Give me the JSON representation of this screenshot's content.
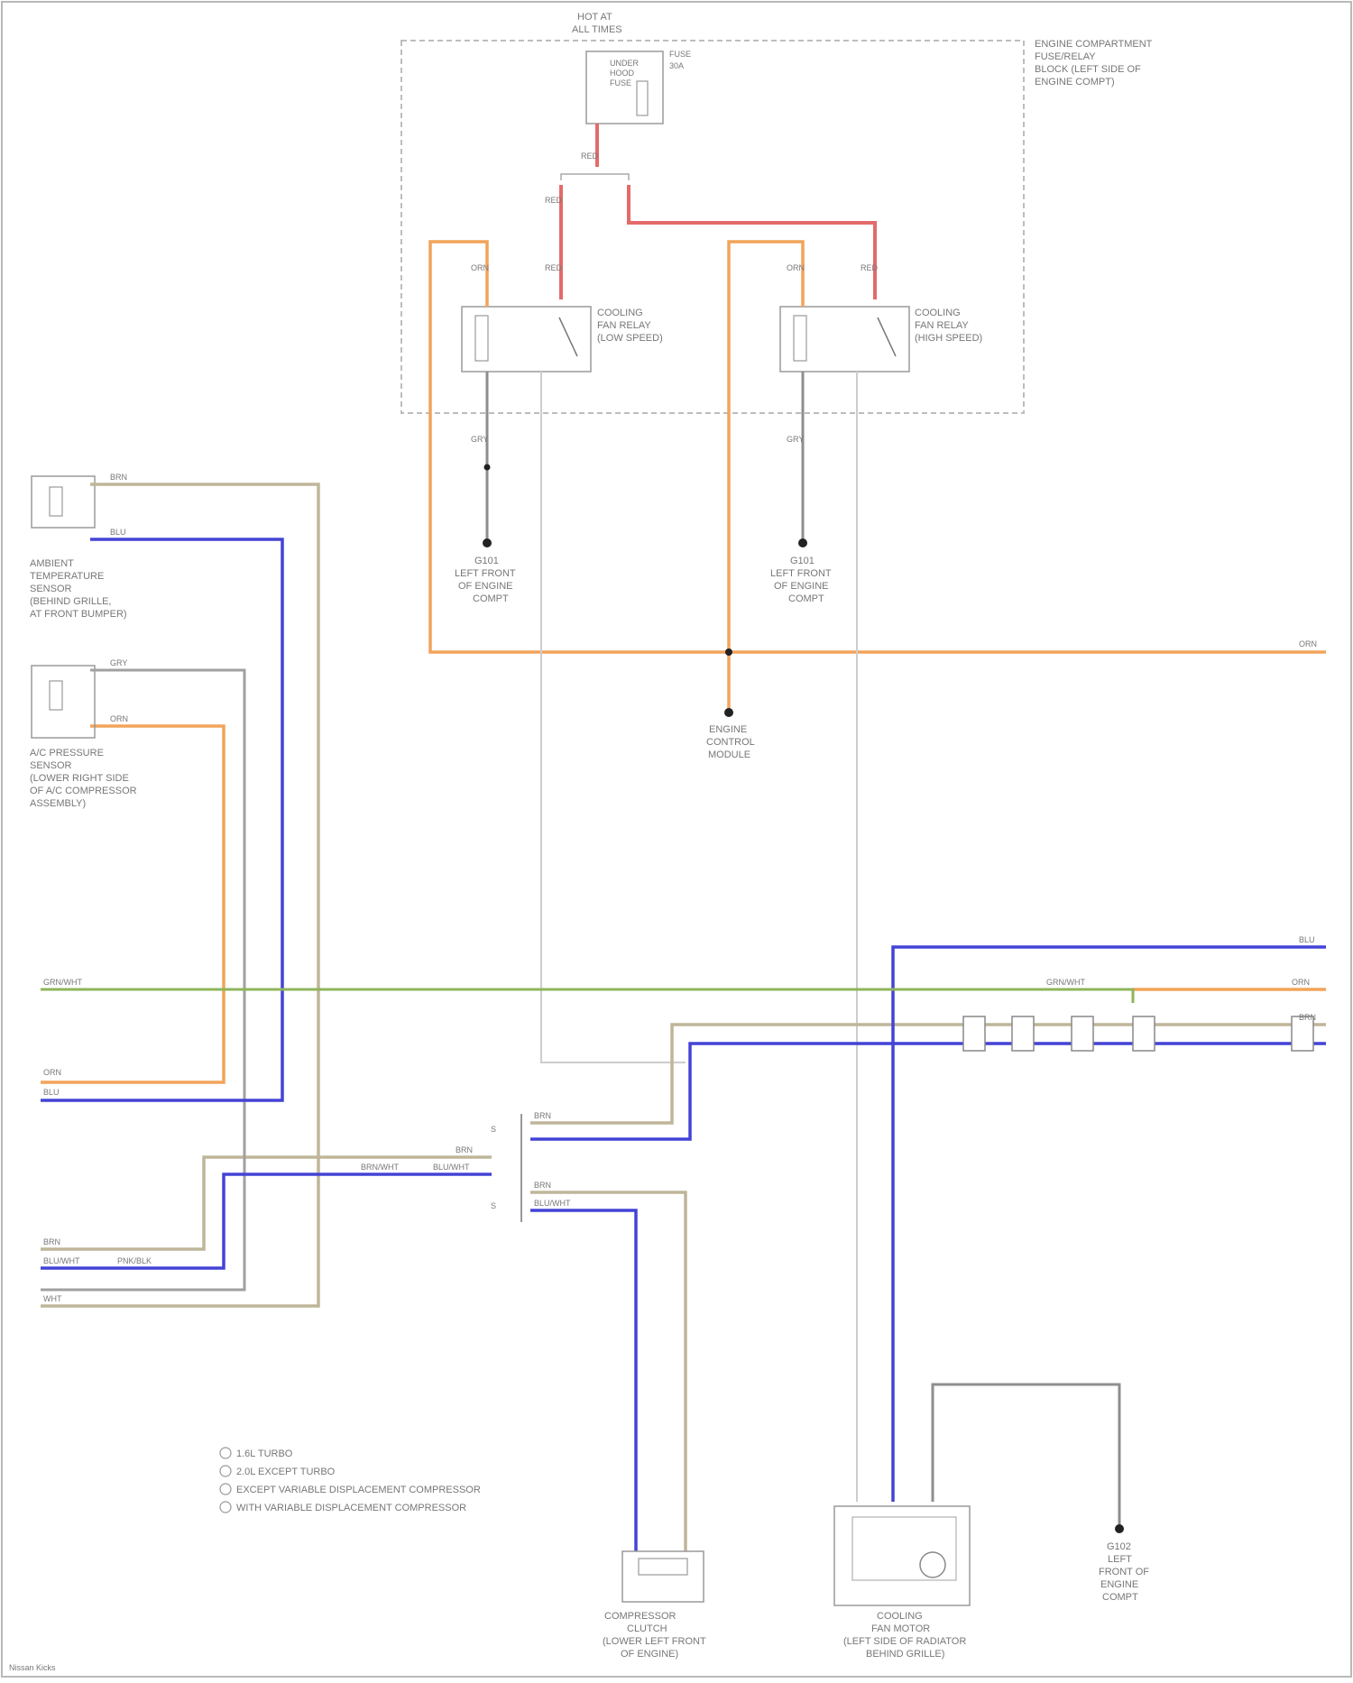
{
  "diagram": {
    "top_fuse": {
      "lines": [
        "HOT AT",
        "ALL TIMES"
      ]
    },
    "fuse_box": {
      "lines": [
        "FUSE",
        "30A"
      ],
      "inner": [
        "UNDER",
        "HOOD",
        "FUSE"
      ]
    },
    "underhood_block": {
      "lines": [
        "ENGINE COMPARTMENT",
        "FUSE/RELAY",
        "BLOCK (LEFT SIDE OF",
        "ENGINE COMPT)"
      ]
    },
    "relay_left": {
      "lines": [
        "COOLING",
        "FAN RELAY",
        "(LOW SPEED)"
      ]
    },
    "relay_right": {
      "lines": [
        "COOLING",
        "FAN RELAY",
        "(HIGH SPEED)"
      ]
    },
    "ground_left": {
      "lines": [
        "G101",
        "LEFT FRONT",
        "OF ENGINE",
        "COMPT"
      ]
    },
    "ground_right": {
      "lines": [
        "G101",
        "LEFT FRONT",
        "OF ENGINE",
        "COMPT"
      ]
    },
    "engine_control_module": {
      "lines": [
        "ENGINE",
        "CONTROL",
        "MODULE"
      ]
    },
    "ambient_sensor": {
      "lines": [
        "AMBIENT",
        "TEMPERATURE",
        "SENSOR",
        "(BEHIND GRILLE,",
        "AT FRONT BUMPER)"
      ]
    },
    "pressure_sensor": {
      "lines": [
        "A/C PRESSURE",
        "SENSOR",
        "(LOWER RIGHT SIDE",
        "OF A/C COMPRESSOR",
        "ASSEMBLY)"
      ]
    },
    "compressor_clutch": {
      "lines": [
        "COMPRESSOR",
        "CLUTCH",
        "(LOWER LEFT FRONT",
        "OF ENGINE)"
      ]
    },
    "fan_motor": {
      "lines": [
        "COOLING",
        "FAN MOTOR",
        "(LEFT SIDE OF RADIATOR",
        "BEHIND GRILLE)"
      ]
    },
    "ground_g102": {
      "lines": [
        "G102",
        "LEFT",
        "FRONT OF",
        "ENGINE",
        "COMPT"
      ]
    },
    "legend": [
      "1.6L TURBO",
      "2.0L EXCEPT TURBO",
      "EXCEPT VARIABLE DISPLACEMENT COMPRESSOR",
      "WITH VARIABLE DISPLACEMENT COMPRESSOR"
    ],
    "footer": "Nissan Kicks"
  },
  "wires": {
    "red": "RED",
    "orn": "ORN",
    "gry": "GRY",
    "blu": "BLU",
    "brn": "BRN",
    "grn": "GRN/WHT",
    "brn_wht": "BRN/WHT",
    "blu_wht": "BLU/WHT",
    "pnk_blk": "PNK/BLK",
    "wht": "WHT"
  },
  "colors": {
    "red": "#e46a6a",
    "orange": "#f2a45a",
    "blue": "#4343d6",
    "tan": "#bfb599",
    "green": "#8fb45b",
    "gray": "#a7a7a7",
    "black": "#222222"
  }
}
